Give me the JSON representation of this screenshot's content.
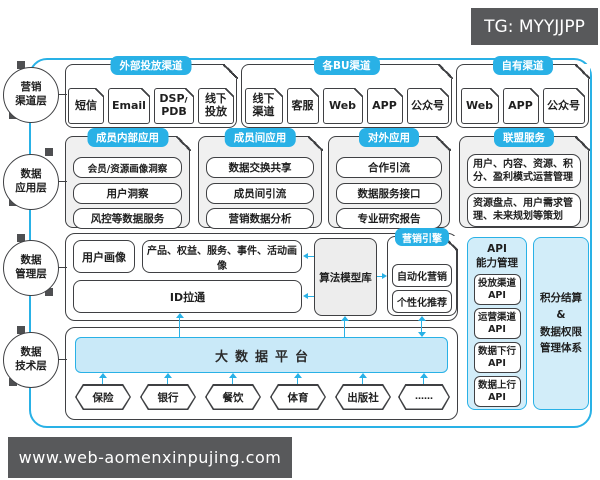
{
  "badge": {
    "text": "TG: MYYJJPP"
  },
  "watermark": {
    "text": "www.web-aomenxinpujing.com"
  },
  "colors": {
    "accent": "#29b1e6",
    "dark_border": "#3f4043",
    "group_fill": "#f0f0f0",
    "panel_fill": "#d2edf9",
    "platform_fill": "#c9e9f8",
    "badge_bg": "#58595b"
  },
  "layers": [
    {
      "label": "营销\n渠道层"
    },
    {
      "label": "数据\n应用层"
    },
    {
      "label": "数据\n管理层"
    },
    {
      "label": "数据\n技术层"
    }
  ],
  "row1": {
    "groups": [
      {
        "title": "外部投放渠道",
        "items": [
          "短信",
          "Email",
          "DSP/\nPDB",
          "线下\n投放"
        ]
      },
      {
        "title": "各BU渠道",
        "items": [
          "线下\n渠道",
          "客服",
          "Web",
          "APP",
          "公众号"
        ]
      },
      {
        "title": "自有渠道",
        "items": [
          "Web",
          "APP",
          "公众号"
        ]
      }
    ]
  },
  "row2": {
    "groups": [
      {
        "title": "成员内部应用",
        "items": [
          "会员/资源画像洞察",
          "用户洞察",
          "风控等数据服务"
        ]
      },
      {
        "title": "成员间应用",
        "items": [
          "数据交换共享",
          "成员间引流",
          "营销数据分析"
        ]
      },
      {
        "title": "对外应用",
        "items": [
          "合作引流",
          "数据服务接口",
          "专业研究报告"
        ]
      },
      {
        "title": "联盟服务",
        "items": [
          "用户、内容、资源、积分、盈利模式运营管理",
          "资源盘点、用户需求管理、未来规划等策划"
        ]
      }
    ]
  },
  "row3": {
    "user_profile": "用户画像",
    "asset_profile": "产品、权益、服务、事件、活动画像",
    "id_link": "ID拉通",
    "algo_lib": "算法模型库",
    "engine": {
      "title": "营销引擎",
      "items": [
        "自动化营销",
        "个性化推荐"
      ]
    },
    "api_panel": {
      "title": "API\n能力管理",
      "items": [
        "投放渠道\nAPI",
        "运营渠道\nAPI",
        "数据下行\nAPI",
        "数据上行\nAPI"
      ]
    },
    "points_panel": {
      "text": "积分结算\n&\n数据权限\n管理体系"
    }
  },
  "row4": {
    "platform": "大数据平台",
    "sources": [
      "保险",
      "银行",
      "餐饮",
      "体育",
      "出版社",
      "……"
    ]
  }
}
